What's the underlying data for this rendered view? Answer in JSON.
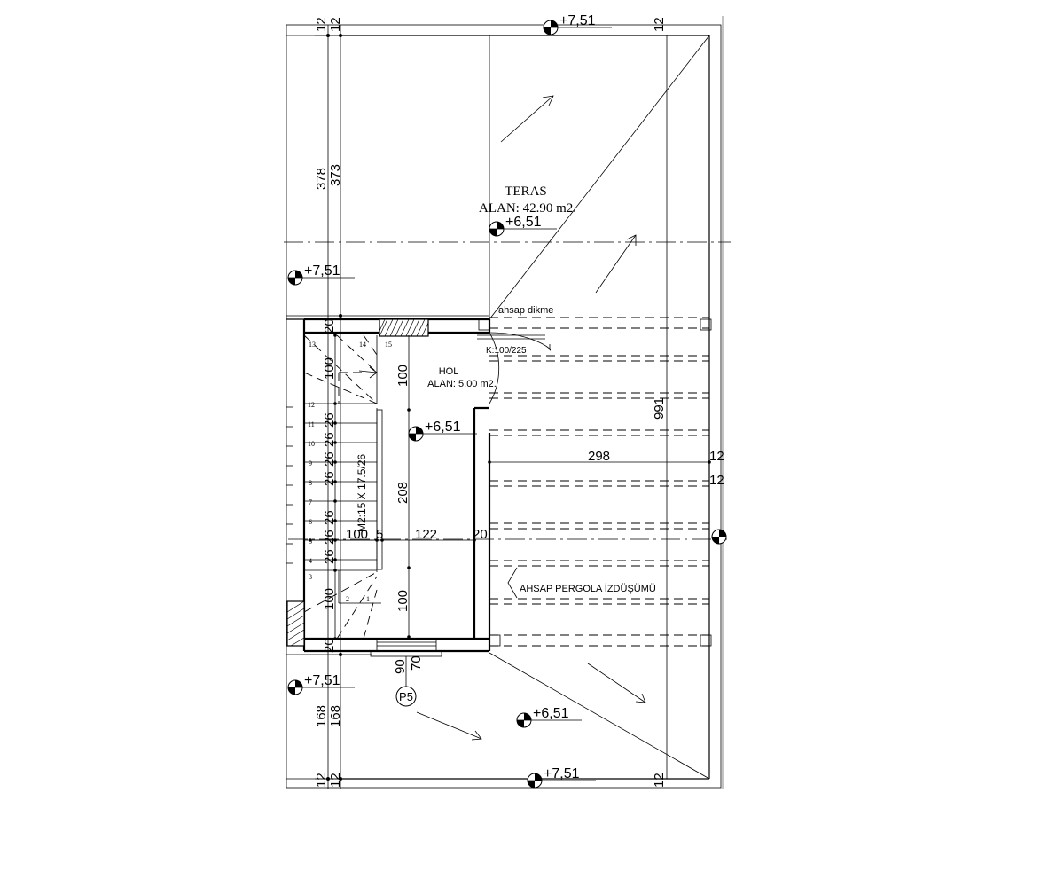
{
  "rooms": {
    "teras_name": "TERAS",
    "teras_area": "ALAN:  42.90 m2.",
    "hol_name": "HOL",
    "hol_area": "ALAN:  5.00 m2."
  },
  "labels": {
    "ahsap_dikme": "ahsap dikme",
    "door_code": "K:100/225",
    "pergola": "AHSAP PERGOLA İZDÜŞÜMÜ",
    "stair_spec": "M2:15 X 17.5/26",
    "window_code": "P5"
  },
  "levels": {
    "top": "+7,51",
    "teras": "+6,51",
    "left_upper": "+7,51",
    "hol": "+6,51",
    "left_lower": "+7,51",
    "bottom_terrace": "+6,51",
    "bottom": "+7,51"
  },
  "dims": {
    "top_12_a": "12",
    "top_12_b": "12",
    "top_12_right": "12",
    "v378": "378",
    "v373": "373",
    "wall_20_top": "20",
    "stair_100_top": "100",
    "hol_100_top": "100",
    "r1": "26",
    "r2": "26",
    "r3": "26",
    "r4": "26",
    "r5": "26",
    "r6": "26",
    "r7": "26",
    "hol_208": "208",
    "h100": "100",
    "h5": "5",
    "h122": "122",
    "h20": "20",
    "stair_100_bot": "100",
    "hol_100_bot": "100",
    "wall_20_bot": "20",
    "d90": "90",
    "d70": "70",
    "v168_a": "168",
    "v168_b": "168",
    "bot_12_a": "12",
    "bot_12_b": "12",
    "bot_12_right": "12",
    "v991": "991",
    "h298": "298",
    "r12_a": "12",
    "r12_b": "12"
  },
  "steps": [
    "13",
    "14",
    "15",
    "12",
    "11",
    "10",
    "9",
    "8",
    "7",
    "6",
    "5",
    "4",
    "3",
    "2",
    "1"
  ]
}
